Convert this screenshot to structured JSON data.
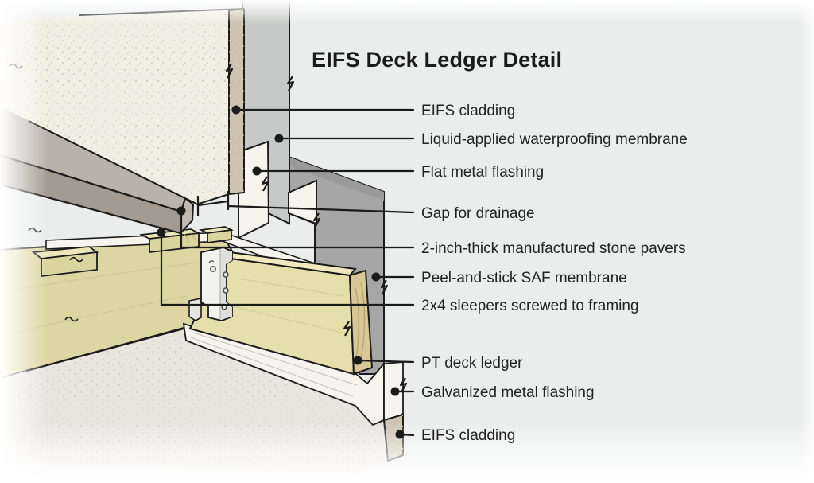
{
  "title": "EIFS Deck Ledger Detail",
  "labels": [
    {
      "id": "eifs-cladding-top",
      "text": "EIFS cladding"
    },
    {
      "id": "liquid-membrane",
      "text": "Liquid-applied waterproofing membrane"
    },
    {
      "id": "flat-flashing",
      "text": "Flat metal flashing"
    },
    {
      "id": "gap-drainage",
      "text": "Gap for drainage"
    },
    {
      "id": "stone-pavers",
      "text": "2-inch-thick manufactured stone pavers"
    },
    {
      "id": "saf-membrane",
      "text": "Peel-and-stick SAF membrane"
    },
    {
      "id": "sleepers",
      "text": "2x4 sleepers screwed to framing"
    },
    {
      "id": "deck-ledger",
      "text": "PT deck ledger"
    },
    {
      "id": "galv-flashing",
      "text": "Galvanized metal flashing"
    },
    {
      "id": "eifs-cladding-bottom",
      "text": "EIFS cladding"
    }
  ],
  "colors": {
    "background": "#ebecec",
    "line": "#1b1b1b",
    "text": "#232323",
    "eifs_wall": "#f1eee3",
    "eifs_wall_lower": "#e9e6de",
    "eifs_edge": "#cbc2b0",
    "paver_top": "#b9b2a9",
    "paver_front": "#a39a92",
    "paver_end": "#c0b9b0",
    "liquid_membrane": "#c7c9c8",
    "saf_membrane": "#a6a6a6",
    "flashing_white": "#f6f4ec",
    "wood_rim": "#ddd6a2",
    "wood_ledger": "#e6dfab",
    "wood_ledger_top": "#efe9bd",
    "wood_end_grain": "#d6c795",
    "hanger": "#f2f2ee"
  }
}
